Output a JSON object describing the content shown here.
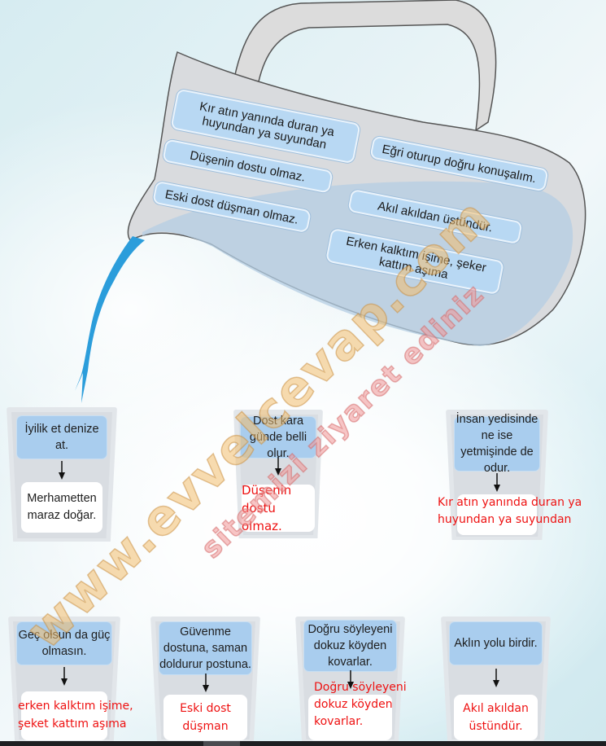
{
  "jug": {
    "proverbs": [
      "Kır atın yanında duran ya huyundan ya suyundan",
      "Düşenin dostu olmaz.",
      "Eski dost düşman olmaz.",
      "Eğri oturup doğru konuşalım.",
      "Akıl akıldan üstündür.",
      "Erken kalktım işime, şeker kattım aşıma"
    ]
  },
  "glasses": [
    {
      "question": "İyilik et denize at.",
      "answer": "Merhametten maraz doğar.",
      "answer_type": "printed"
    },
    {
      "question": "Dost kara günde belli olur.",
      "answer": "Düşenin dostu olmaz.",
      "answer_type": "handwritten"
    },
    {
      "question": "İnsan yedisinde ne ise yetmişinde de odur.",
      "answer": "Kır atın yanında duran ya huyundan ya suyundan",
      "answer_type": "handwritten"
    },
    {
      "question": "Geç olsun da güç olmasın.",
      "answer": "erken kalktım işime, şeket kattım aşıma",
      "answer_type": "handwritten"
    },
    {
      "question": "Güvenme dostuna, saman doldurur postuna.",
      "answer": "Eski dost düşman",
      "answer_type": "handwritten"
    },
    {
      "question": "Doğru söyleyeni dokuz köyden kovarlar.",
      "answer": "Doğru söyleyeni dokuz köyden kovarlar.",
      "answer_type": "handwritten"
    },
    {
      "question": "Aklın yolu birdir.",
      "answer": "Akıl akıldan üstündür.",
      "answer_type": "handwritten"
    }
  ],
  "watermark": {
    "line1": "www.evvelcevap.com",
    "line2": "sitemizi ziyaret ediniz"
  },
  "colors": {
    "card_blue": "#b8d8f3",
    "glass_top_blue": "#a9cdee",
    "water": "#2b9ddb",
    "answer_red": "#ee1111"
  }
}
